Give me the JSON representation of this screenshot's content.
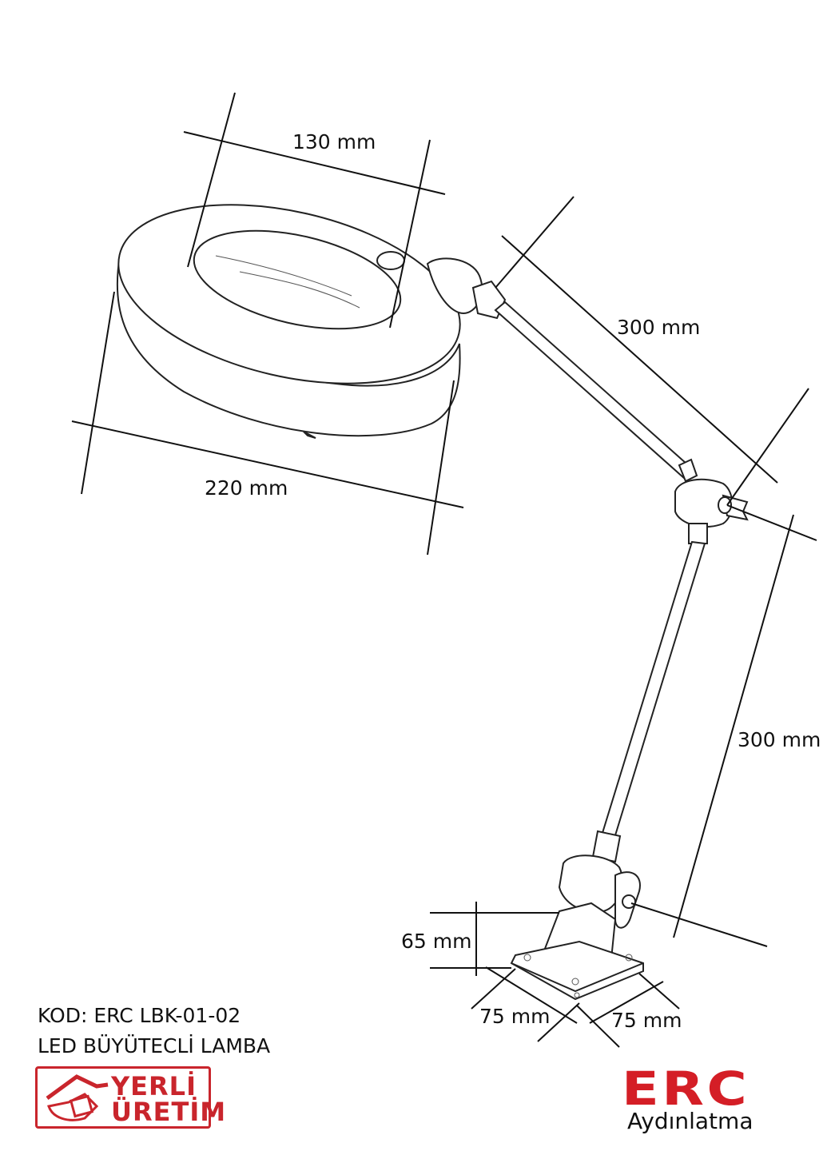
{
  "dimensions": {
    "lens_diameter": "130 mm",
    "head_diameter": "220 mm",
    "upper_arm": "300 mm",
    "lower_arm": "300 mm",
    "base_height": "65 mm",
    "base_width_left": "75 mm",
    "base_width_right": "75 mm"
  },
  "product": {
    "code": "KOD: ERC LBK-01-02",
    "name": "LED BÜYÜTECLİ LAMBA"
  },
  "badge": {
    "line1": "YERLİ",
    "line2": "ÜRETİM",
    "color": "#c9252c"
  },
  "brand": {
    "name": "ERC",
    "subtitle": "Aydınlatma",
    "color": "#d41e26"
  }
}
